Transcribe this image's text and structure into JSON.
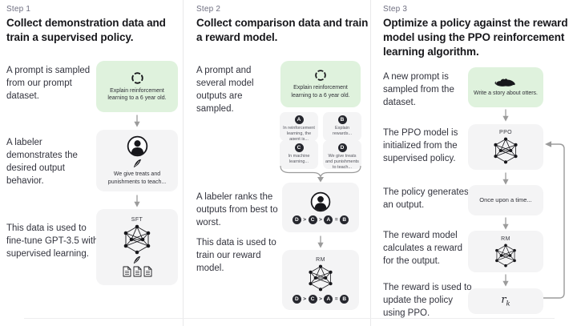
{
  "colors": {
    "background": "#ffffff",
    "prompt_box_green": "#dff2dd",
    "card_gray": "#f4f4f5",
    "ink": "#202123",
    "muted_label": "#6e6e80",
    "arrow_gray": "#9b9b9b",
    "badge_dark": "#26272e"
  },
  "icons": {
    "prompt_sample": "dashed-circle-icon",
    "labeler": "person-icon",
    "write": "quill-icon",
    "model": "neural-network-icon",
    "documents": "document-icon",
    "otter": "otter-icon",
    "flow": "down-arrow-icon",
    "group": "curly-brace-icon",
    "loop": "loop-arrow-icon"
  },
  "steps": {
    "step1": {
      "label": "Step 1",
      "heading": "Collect demonstration data and train a supervised policy.",
      "prompt_caption": "A prompt is sampled from our prompt dataset.",
      "prompt_box_text": "Explain reinforcement learning to a 6 year old.",
      "labeler_caption": "A labeler demonstrates the desired output behavior.",
      "labeler_box_text": "We give treats and punishments to teach...",
      "finetune_caption": "This data is used to fine-tune GPT-3.5 with supervised learning.",
      "sft_title": "SFT"
    },
    "step2": {
      "label": "Step 2",
      "heading": "Collect comparison data and train a reward model.",
      "prompt_caption": "A prompt and several model outputs are sampled.",
      "prompt_box_text": "Explain reinforcement learning to a 6 year old.",
      "outputs": [
        {
          "letter": "A",
          "text": "In reinforcement learning, the agent is..."
        },
        {
          "letter": "B",
          "text": "Explain rewards..."
        },
        {
          "letter": "C",
          "text": "In machine learning..."
        },
        {
          "letter": "D",
          "text": "We give treats and punishments to teach..."
        }
      ],
      "rank_caption": "A labeler ranks the outputs from best to worst.",
      "ranking": [
        "D",
        ">",
        "C",
        ">",
        "A",
        "=",
        "B"
      ],
      "train_caption": "This data is used to train our reward model.",
      "rm_title": "RM"
    },
    "step3": {
      "label": "Step 3",
      "heading": "Optimize a policy against the reward model using the PPO reinforcement learning algorithm.",
      "prompt_caption": "A new prompt is sampled from the dataset.",
      "prompt_box_text": "Write a story about otters.",
      "ppo_caption": "The PPO model is initialized from the supervised policy.",
      "ppo_title": "PPO",
      "output_caption": "The policy generates an output.",
      "output_box_text": "Once upon a time...",
      "reward_caption": "The reward model calculates a reward for the output.",
      "rm_title": "RM",
      "update_caption": "The reward is used to update the policy using PPO.",
      "reward_var": "r",
      "reward_var_sub": "k"
    }
  }
}
